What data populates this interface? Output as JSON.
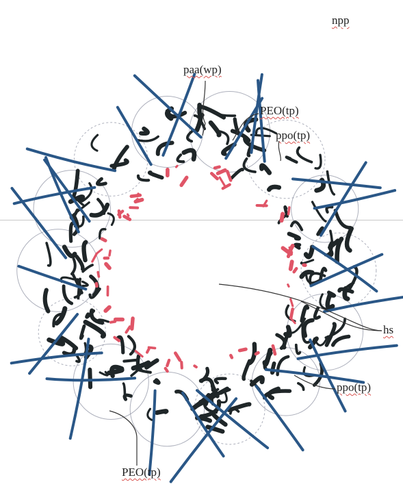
{
  "labels": {
    "top_right": "npp",
    "paa": "paa(wp)",
    "peo_top": "PEO(tp)",
    "ppo_top": "ppo(tp)",
    "hs": "hs",
    "ppo_bottom": "ppo(tp)",
    "peo_bottom": "PEO(tp)"
  },
  "colors": {
    "core_block": "#1f2628",
    "core_inner": "#e05567",
    "corona_chain": "#2a5787",
    "shell_outline": "#8a8fa0",
    "leader": "#333333"
  }
}
